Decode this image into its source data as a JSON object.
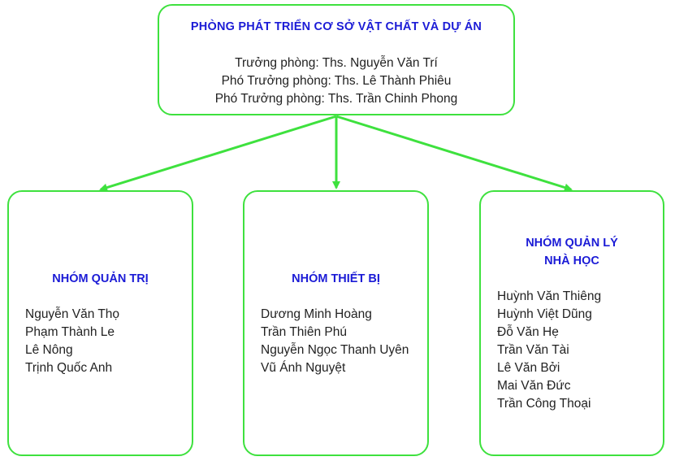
{
  "header": {
    "title": "PHÒNG PHÁT TRIỂN CƠ SỞ VẬT CHẤT VÀ DỰ ÁN",
    "lines": [
      "Trưởng phòng: Ths. Nguyễn Văn Trí",
      "Phó Trưởng phòng: Ths. Lê Thành Phiêu",
      "Phó Trưởng phòng: Ths. Trần Chinh Phong"
    ]
  },
  "groups": [
    {
      "title_lines": [
        "NHÓM QUẢN TRỊ"
      ],
      "members": [
        "Nguyễn Văn Thọ",
        "Phạm Thành Le",
        "Lê Nông",
        "Trịnh Quốc Anh"
      ]
    },
    {
      "title_lines": [
        "NHÓM THIẾT BỊ"
      ],
      "members": [
        "Dương Minh Hoàng",
        "Trần Thiên Phú",
        "Nguyễn Ngọc Thanh Uyên",
        "Vũ Ánh Nguyệt"
      ]
    },
    {
      "title_lines": [
        "NHÓM QUẢN LÝ",
        "NHÀ HỌC"
      ],
      "members": [
        "Huỳnh Văn Thiêng",
        "Huỳnh Việt Dũng",
        "Đỗ Văn Hẹ",
        "Trần Văn Tài",
        "Lê Văn Bởi",
        "Mai Văn Đức",
        "Trần Công Thoại"
      ]
    }
  ],
  "colors": {
    "border": "#3ee13e",
    "title": "#1b1bd6",
    "text": "#222222",
    "connector": "#3ee13e"
  }
}
